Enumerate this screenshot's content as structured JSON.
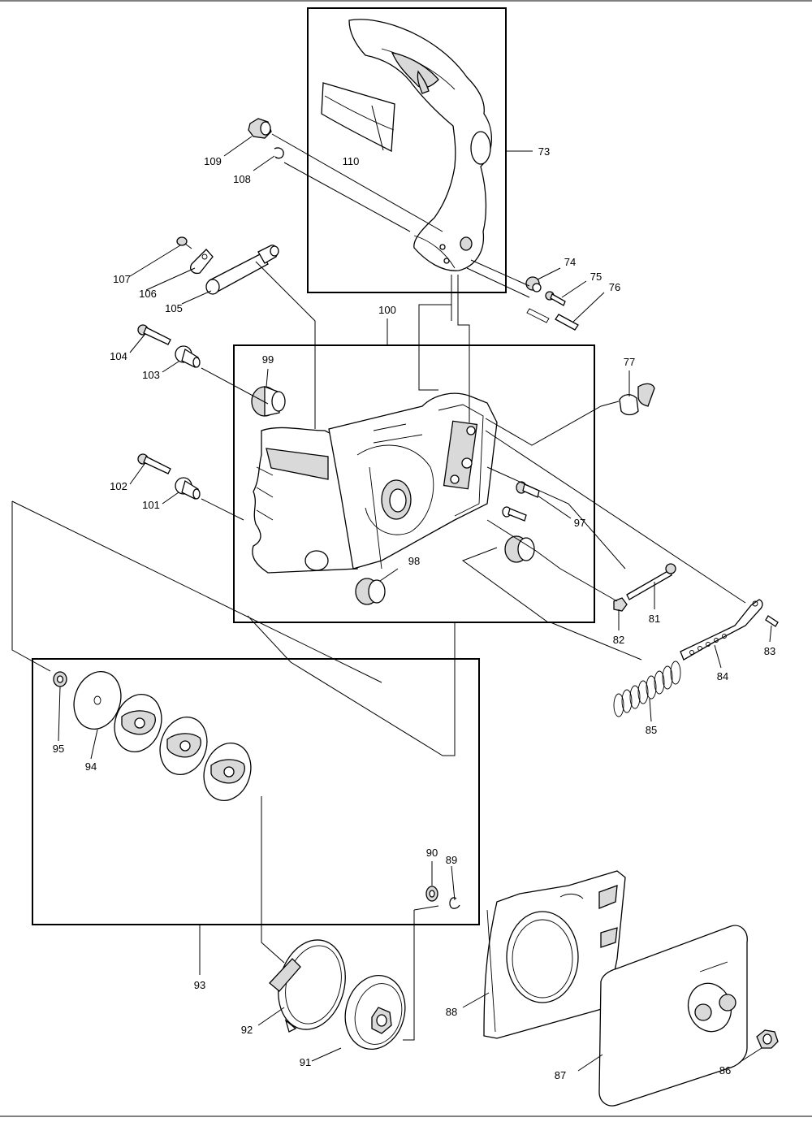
{
  "diagram": {
    "part_labels": [
      "73",
      "74",
      "75",
      "76",
      "77",
      "81",
      "82",
      "83",
      "84",
      "85",
      "86",
      "87",
      "88",
      "89",
      "90",
      "91",
      "92",
      "93",
      "94",
      "95",
      "97",
      "98",
      "99",
      "100",
      "101",
      "102",
      "103",
      "104",
      "105",
      "106",
      "107",
      "108",
      "109",
      "110"
    ]
  }
}
